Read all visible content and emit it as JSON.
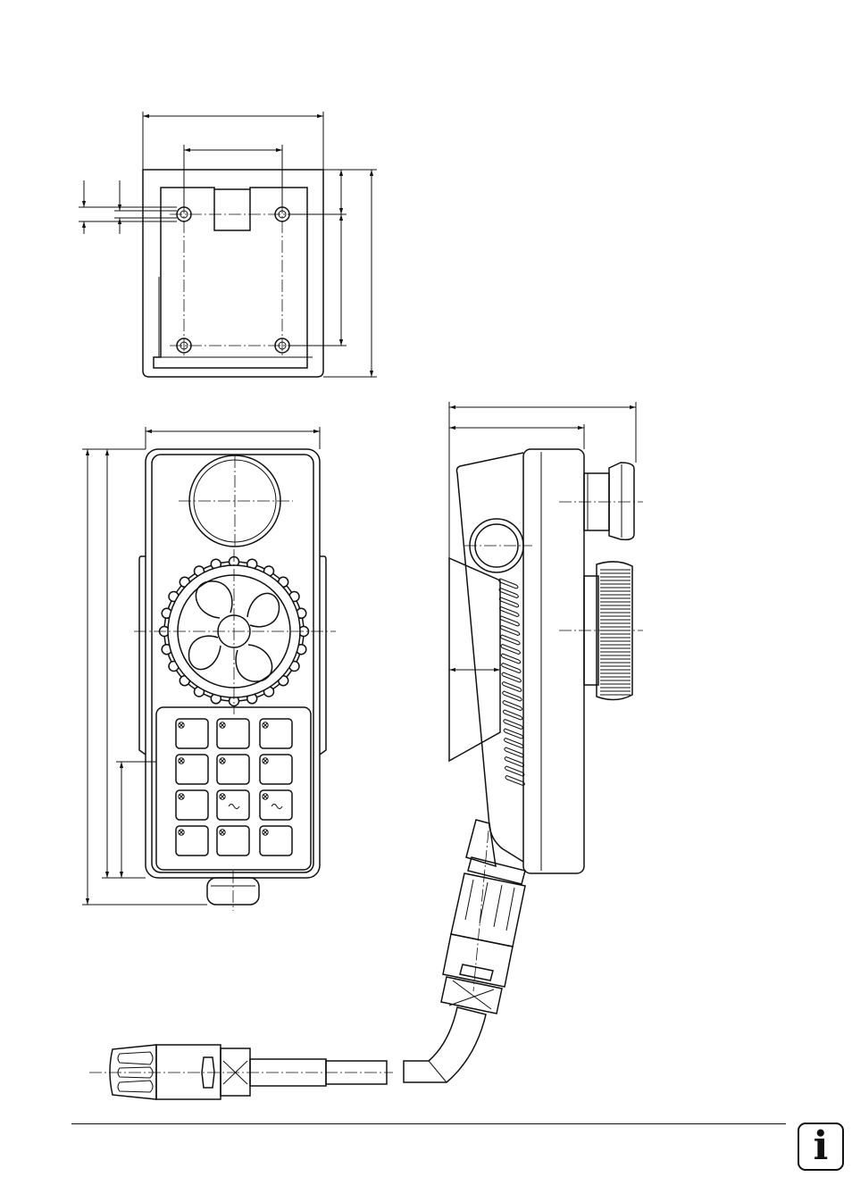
{
  "figure": {
    "type": "technical-drawing",
    "views": [
      "rear-view",
      "front-view",
      "side-view",
      "cable-connector"
    ],
    "keypad": {
      "rows": 4,
      "cols": 3,
      "keys": [
        "x",
        "x",
        "x",
        "x",
        "x",
        "x",
        "x",
        "~",
        "~",
        "x",
        "x",
        "x"
      ]
    }
  },
  "footer": {
    "info_icon": "info-icon",
    "info_glyph": "i"
  }
}
